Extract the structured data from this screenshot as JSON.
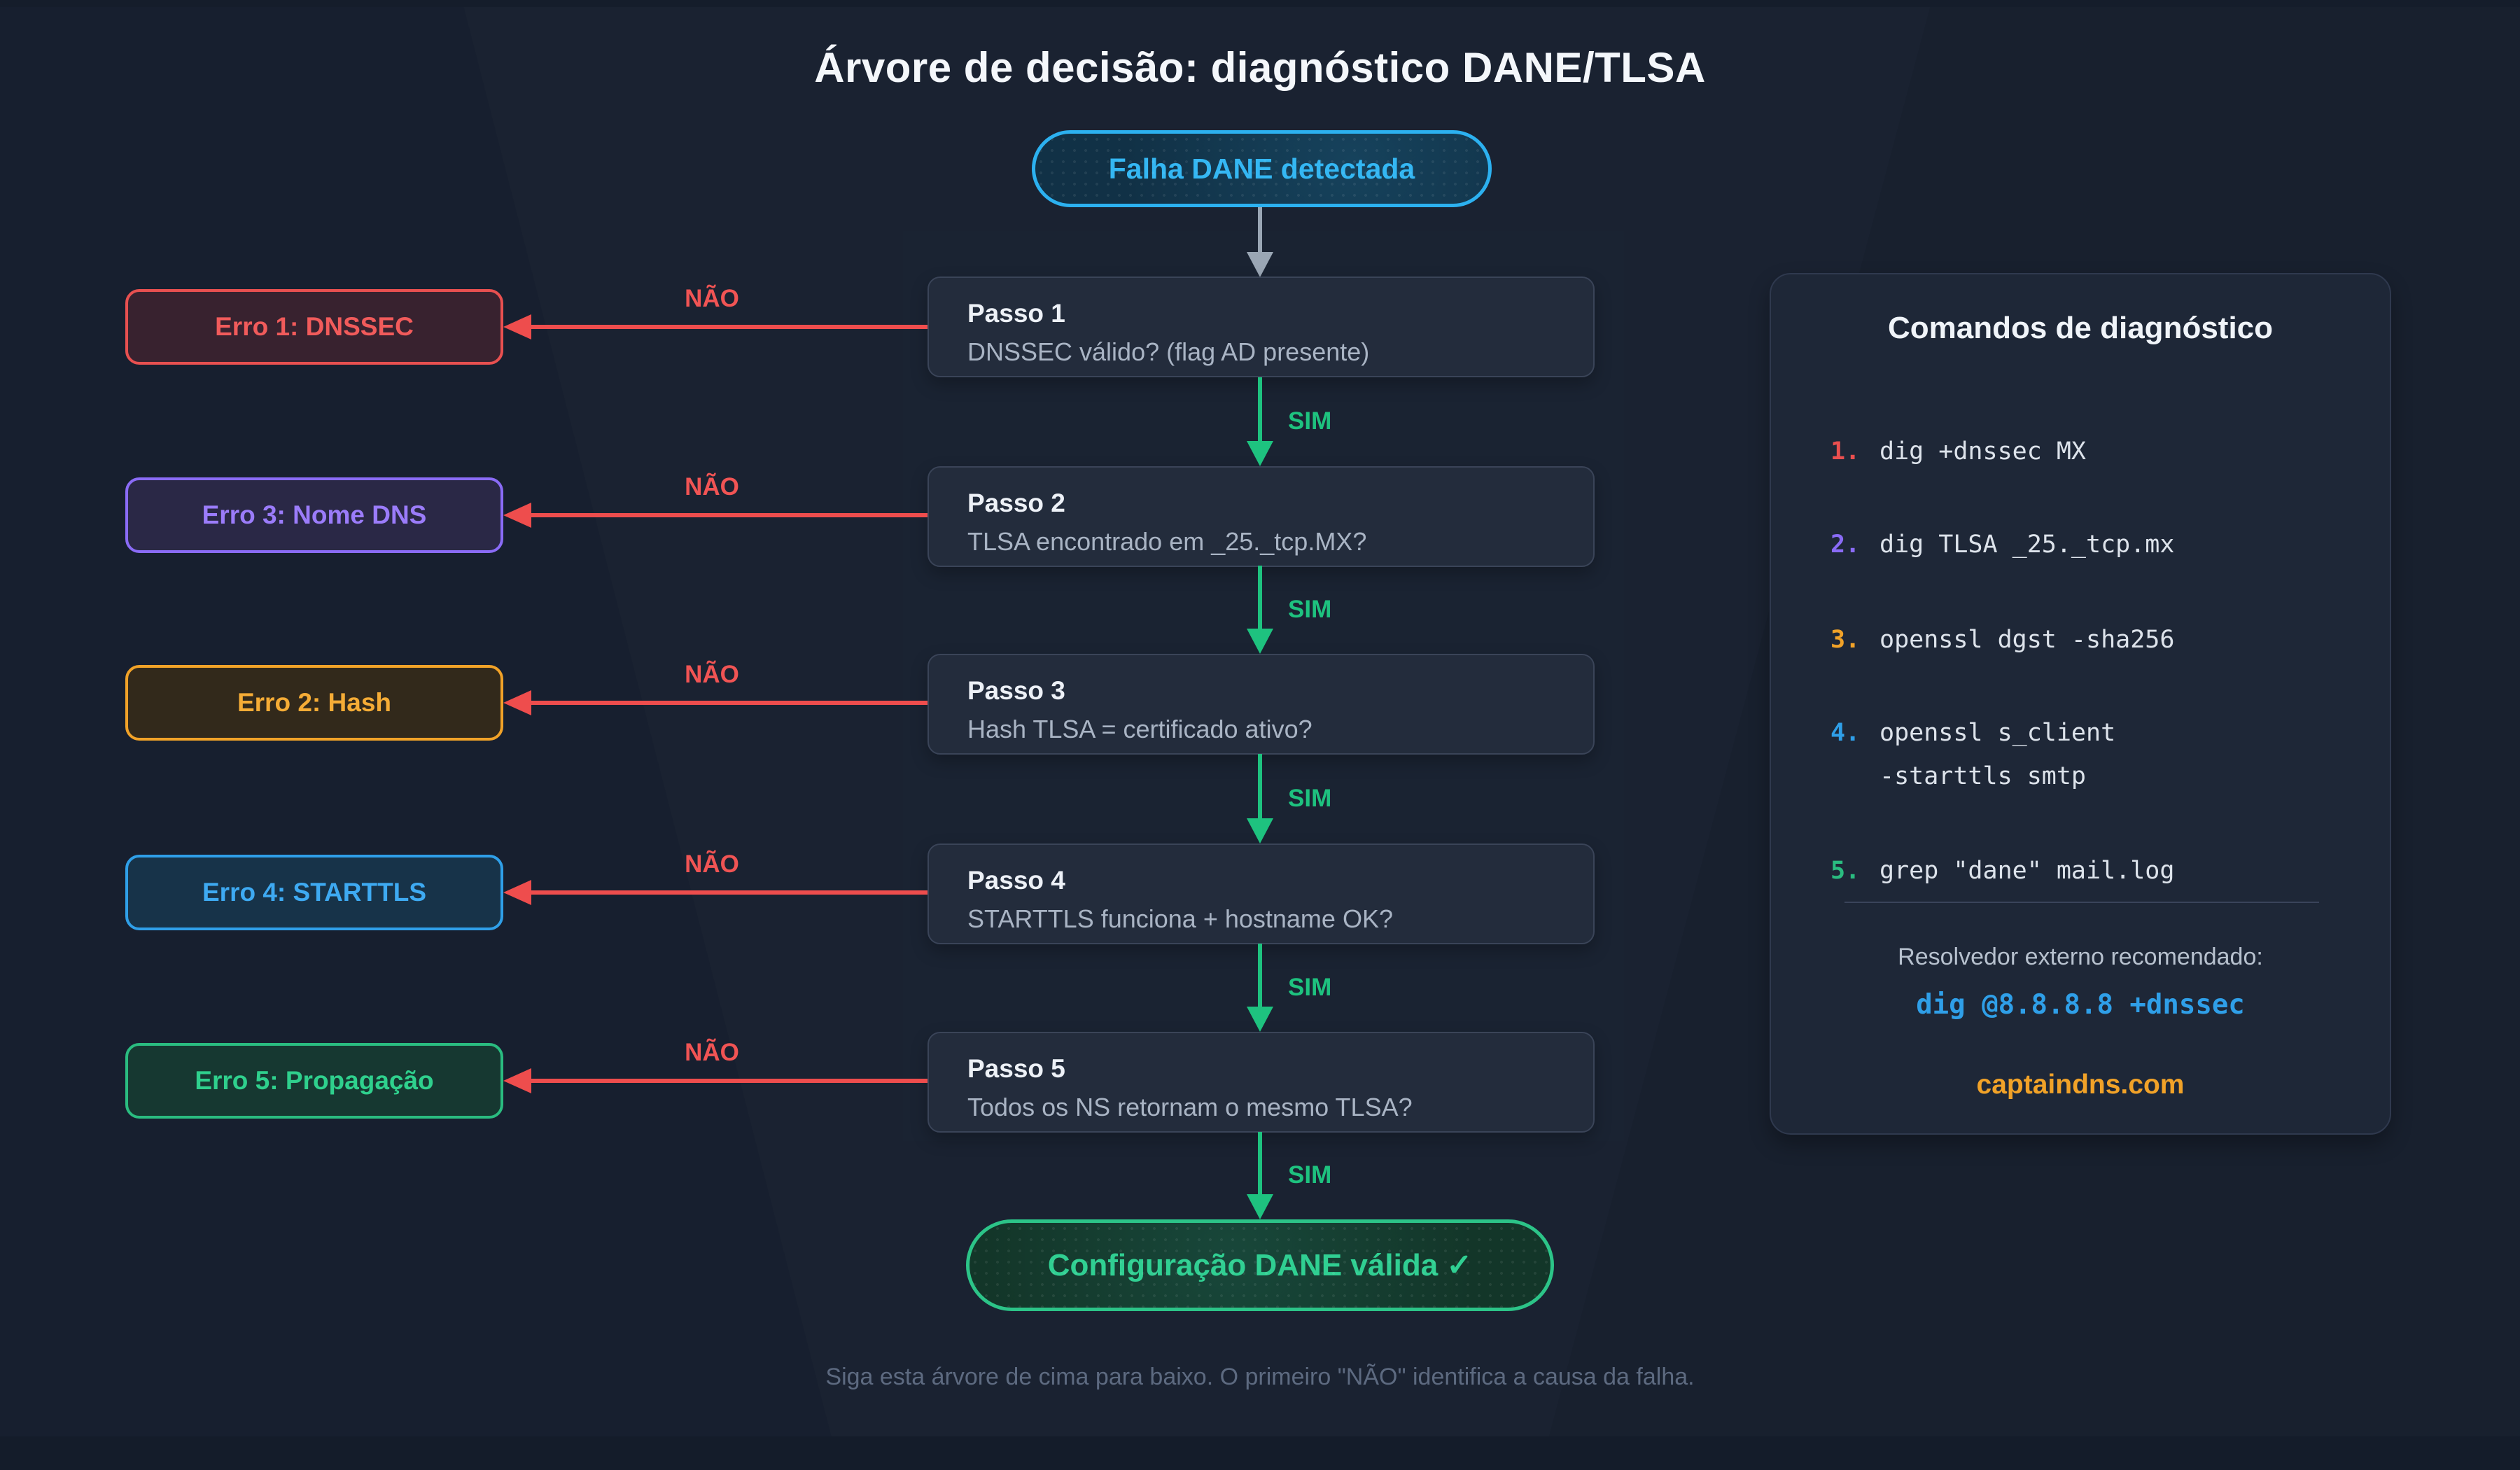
{
  "title": "Árvore de decisão: diagnóstico DANE/TLSA",
  "start_node": {
    "label": "Falha DANE detectada",
    "accent": "#2cb1f0"
  },
  "steps": [
    {
      "name": "Passo 1",
      "question": "DNSSEC válido? (flag AD presente)"
    },
    {
      "name": "Passo 2",
      "question": "TLSA encontrado em _25._tcp.MX?"
    },
    {
      "name": "Passo 3",
      "question": "Hash TLSA = certificado ativo?"
    },
    {
      "name": "Passo 4",
      "question": "STARTTLS funciona + hostname OK?"
    },
    {
      "name": "Passo 5",
      "question": "Todos os NS retornam o mesmo TLSA?"
    }
  ],
  "errors": [
    {
      "label": "Erro 1: DNSSEC",
      "accent": "#e85050"
    },
    {
      "label": "Erro 3: Nome DNS",
      "accent": "#8a6bf6"
    },
    {
      "label": "Erro 2: Hash",
      "accent": "#f1a228"
    },
    {
      "label": "Erro 4: STARTTLS",
      "accent": "#2f9fe8"
    },
    {
      "label": "Erro 5: Propagação",
      "accent": "#2abc80"
    }
  ],
  "edges": {
    "no_label": "NÃO",
    "yes_label": "SIM",
    "no_color": "#ee4d4d",
    "yes_color": "#1ec27f"
  },
  "end_node": {
    "label": "Configuração DANE válida ✓",
    "accent": "#2cc488"
  },
  "commands_panel": {
    "title": "Comandos de diagnóstico",
    "items": [
      {
        "num": "1.",
        "color": "#ea4f4f",
        "command": "dig +dnssec MX"
      },
      {
        "num": "2.",
        "color": "#8a6bf6",
        "command": "dig TLSA _25._tcp.mx"
      },
      {
        "num": "3.",
        "color": "#f1a228",
        "command": "openssl dgst -sha256"
      },
      {
        "num": "4.",
        "color": "#2f9fe8",
        "command": "openssl s_client\n-starttls smtp"
      },
      {
        "num": "5.",
        "color": "#2abc80",
        "command": "grep \"dane\" mail.log"
      }
    ],
    "resolver_note": "Resolvedor externo recomendado:",
    "resolver_command": "dig @8.8.8.8 +dnssec",
    "brand": "captaindns.com"
  },
  "footnote": "Siga esta árvore de cima para baixo. O primeiro \"NÃO\" identifica a causa da falha."
}
